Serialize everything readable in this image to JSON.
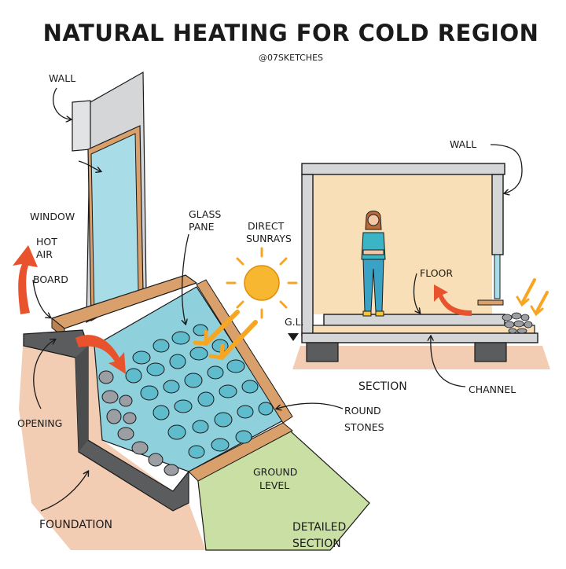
{
  "title": "NATURAL HEATING FOR COLD REGION",
  "handle": "@07SKETCHES",
  "labels": {
    "wall_left": "WALL",
    "window": "WINDOW",
    "hot_air_1": "HOT",
    "hot_air_2": "AIR",
    "board": "BOARD",
    "glass_pane_1": "GLASS",
    "glass_pane_2": "PANE",
    "direct_sunrays_1": "DIRECT",
    "direct_sunrays_2": "SUNRAYS",
    "opening": "OPENING",
    "round_stones_1": "ROUND",
    "round_stones_2": "STONES",
    "ground_level_1": "GROUND",
    "ground_level_2": "LEVEL",
    "foundation": "FOUNDATION",
    "detailed_section_1": "DETAILED",
    "detailed_section_2": "SECTION",
    "wall_right": "WALL",
    "floor": "FLOOR",
    "gl": "G.L.",
    "section": "SECTION",
    "channel": "CHANNEL"
  },
  "colors": {
    "window_glass": "#a8dde8",
    "grey_wall": "#d4d6d8",
    "dark_grey": "#5a5c5e",
    "stone_bed": "#8ed0dc",
    "board_wood": "#d9a06c",
    "soil": "#f2cdb4",
    "ground_green": "#c9dfa3",
    "room_fill": "#f8dfb8",
    "sun": "#f7b731",
    "sun_ray": "#f6a623",
    "hot_air_arrow": "#e8532e",
    "person_shirt": "#3bb5c6",
    "person_jeans": "#3aa2c4"
  },
  "icons": [
    "sun-icon",
    "sunray-arrow-icon",
    "hot-air-arrow-icon",
    "person-figure-icon",
    "ground-level-marker-icon"
  ]
}
